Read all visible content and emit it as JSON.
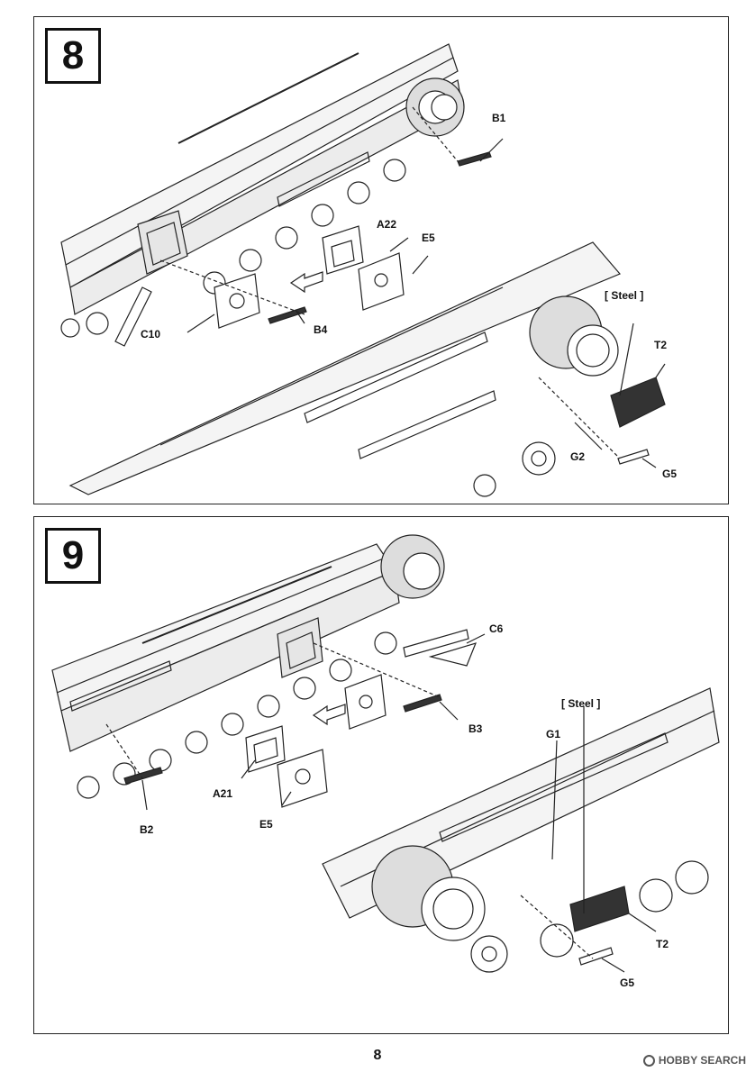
{
  "steps": [
    {
      "number": "8",
      "labels": {
        "b1": "B1",
        "a22": "A22",
        "e5": "E5",
        "c10": "C10",
        "b4": "B4",
        "steel": "[ Steel ]",
        "t2": "T2",
        "g2": "G2",
        "g5": "G5"
      }
    },
    {
      "number": "9",
      "labels": {
        "c6": "C6",
        "b3": "B3",
        "steel": "[ Steel ]",
        "g1": "G1",
        "a21": "A21",
        "e5": "E5",
        "b2": "B2",
        "t2": "T2",
        "g5": "G5"
      }
    }
  ],
  "page_number": "8",
  "watermark": "HOBBY SEARCH"
}
